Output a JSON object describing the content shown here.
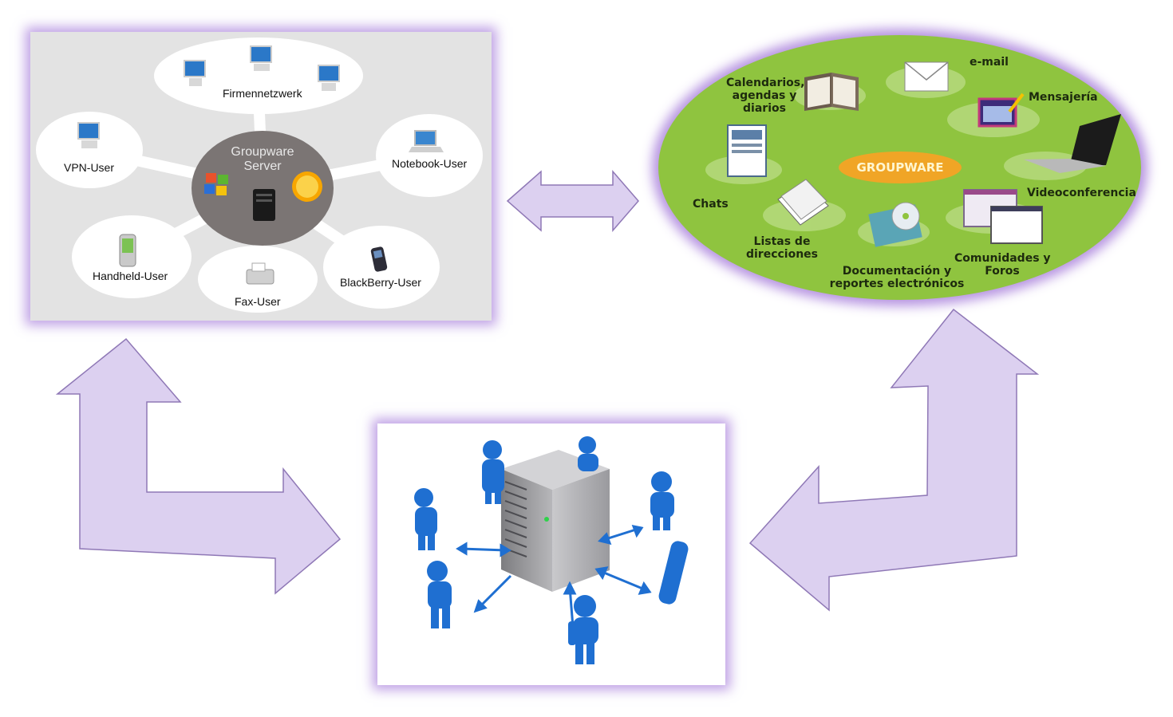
{
  "colors": {
    "accent_purple": "#a98ad4",
    "arrow_fill": "#dcd0f0",
    "oval_green": "#8fc43f",
    "groupware_orange": "#f0a526",
    "user_blue": "#1f6fd1"
  },
  "network": {
    "server_line1": "Groupware",
    "server_line2": "Server",
    "nodes": {
      "firmennetzwerk": "Firmennetzwerk",
      "vpn": "VPN-User",
      "notebook": "Notebook-User",
      "handheld": "Handheld-User",
      "fax": "Fax-User",
      "blackberry": "BlackBerry-User"
    }
  },
  "groupware": {
    "center": "GROUPWARE",
    "calendarios": [
      "Calendarios,",
      "agendas y",
      "diarios"
    ],
    "email": "e-mail",
    "mensajeria": "Mensajería",
    "chats": "Chats",
    "videoconferencia": "Videoconferencia",
    "listas": [
      "Listas de",
      "direcciones"
    ],
    "documentacion": [
      "Documentación y",
      "reportes electrónicos"
    ],
    "comunidades": [
      "Comunidades y",
      "Foros"
    ]
  },
  "icons": [
    "computer-icon",
    "laptop-icon",
    "handheld-icon",
    "fax-icon",
    "blackberry-icon",
    "windows-logo-icon",
    "server-tower-icon",
    "book-icon",
    "envelope-icon",
    "messaging-window-icon",
    "document-icon",
    "papers-icon",
    "cd-icon",
    "user-figure-icon"
  ]
}
